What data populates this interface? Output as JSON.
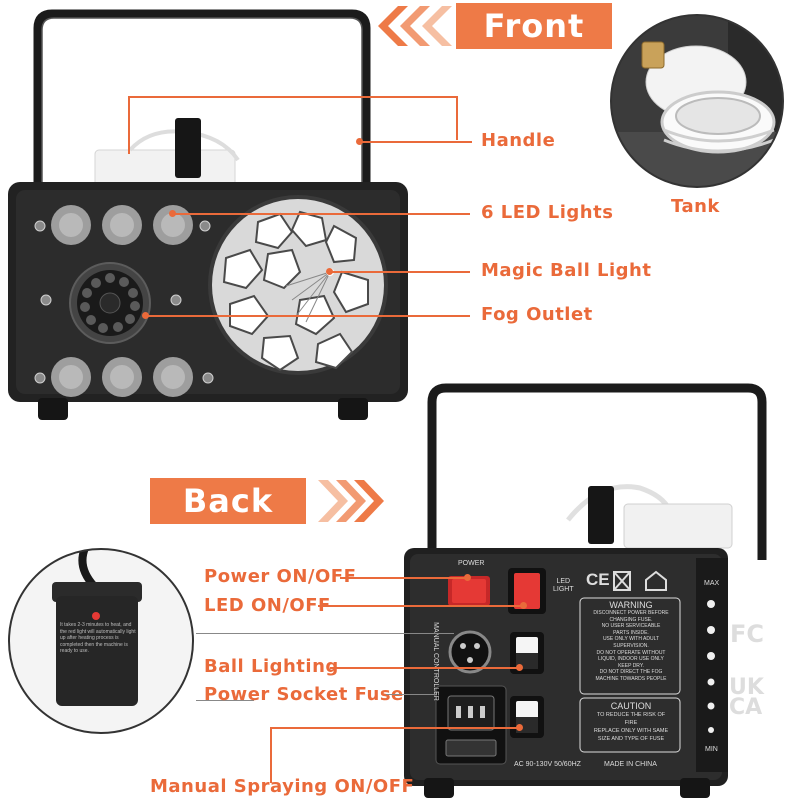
{
  "banners": {
    "front": "Front",
    "back": "Back"
  },
  "front_callouts": {
    "handle": "Handle",
    "tank": "Tank",
    "led_lights": "6 LED Lights",
    "magic_ball": "Magic Ball Light",
    "fog_outlet": "Fog Outlet"
  },
  "back_callouts": {
    "power": "Power ON/OFF",
    "led": "LED ON/OFF",
    "ball": "Ball Lighting",
    "fuse": "Power Socket Fuse",
    "manual": "Manual Spraying ON/OFF"
  },
  "panel": {
    "power_label": "POWER",
    "led_label_1": "LED",
    "led_label_2": "LIGHT",
    "manual_label": "MANUAL CONTROLLER",
    "ce": "CE",
    "max": "MAX",
    "min": "MIN",
    "fc": "FC",
    "ukca_1": "UK",
    "ukca_2": "CA",
    "warning_title": "WARNING",
    "warning_lines": [
      "DISCONNECT POWER BEFORE",
      "CHANGING FUSE.",
      "NO USER SERVICEABLE",
      "PARTS INSIDE.",
      "USE ONLY WITH ADULT",
      "SUPERVISION.",
      "DO NOT OPERATE WITHOUT",
      "LIQUID, INDOOR USE ONLY",
      "KEEP DRY.",
      "DO NOT DIRECT THE FOG",
      "MACHINE TOWARDS PEOPLE"
    ],
    "caution_title": "CAUTION",
    "caution_lines": [
      "TO REDUCE THE RISK OF",
      "FIRE",
      "REPLACE ONLY WITH SAME",
      "SIZE AND TYPE OF FUSE"
    ],
    "rating": "AC 90-130V 50/60HZ",
    "made_in": "MADE IN CHINA"
  },
  "remote_text": "It takes 2-3 minutes to heat, and the red light will automatically light up after heating process is completed then the machine is ready to use."
}
